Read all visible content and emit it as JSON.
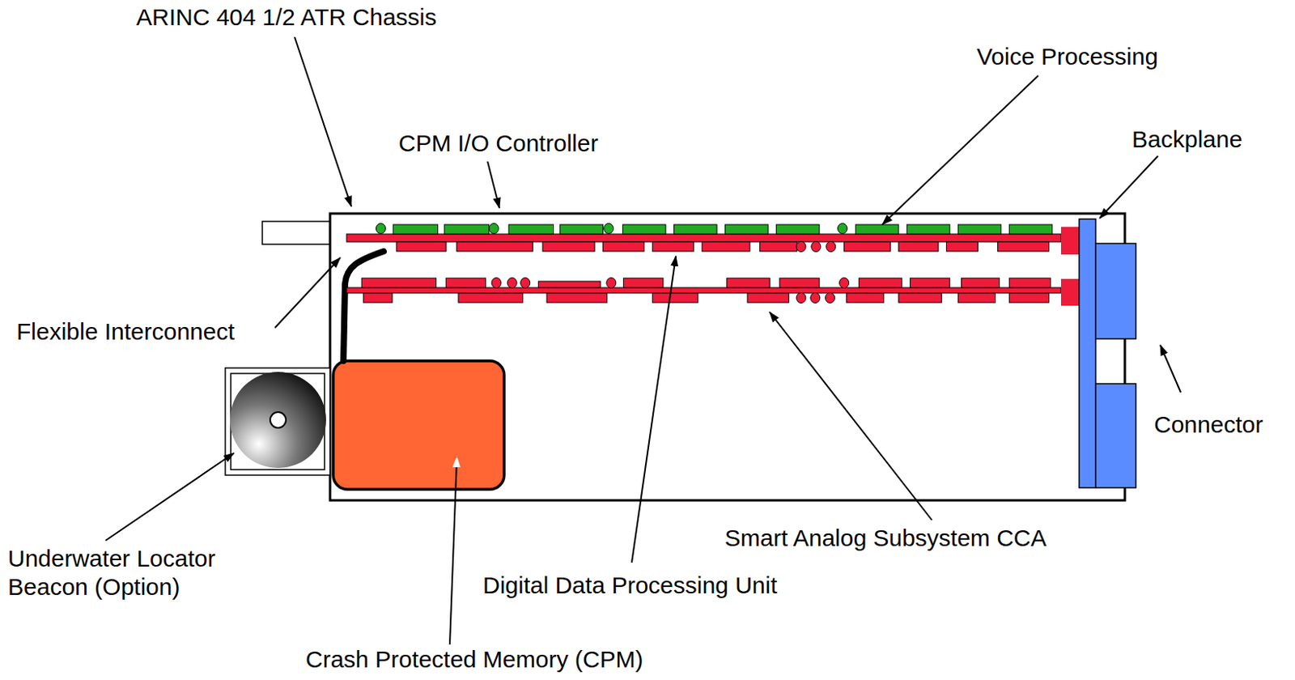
{
  "diagram": {
    "labels": [
      "ARINC 404 1/2 ATR Chassis",
      "Voice Processing",
      "CPM I/O Controller",
      "Backplane",
      "Flexible Interconnect",
      "Connector",
      "Smart Analog Subsystem CCA",
      "Underwater Locator Beacon (Option)",
      "Digital Data Processing Unit",
      "Crash Protected Memory (CPM)"
    ]
  }
}
